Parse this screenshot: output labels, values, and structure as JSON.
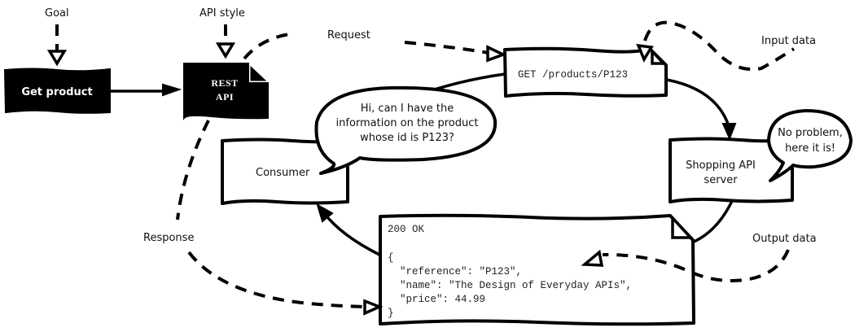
{
  "annotations": {
    "goal": "Goal",
    "api_style": "API style",
    "request": "Request",
    "input_data": "Input data",
    "response": "Response",
    "output_data": "Output data"
  },
  "nodes": {
    "goal_box": "Get product",
    "api_box": [
      "REST",
      "API"
    ],
    "request_doc": "GET /products/P123",
    "consumer": "Consumer",
    "server": [
      "Shopping API",
      "server"
    ],
    "response_doc": {
      "status": "200 OK",
      "lines": [
        "{",
        "  \"reference\": \"P123\",",
        "  \"name\": \"The Design of Everyday APIs\",",
        "  \"price\": 44.99",
        "}"
      ]
    }
  },
  "bubbles": {
    "consumer_says": [
      "Hi, can I have the",
      "information on the product",
      "whose id is P123?"
    ],
    "server_says": [
      "No problem,",
      "here it is!"
    ]
  }
}
